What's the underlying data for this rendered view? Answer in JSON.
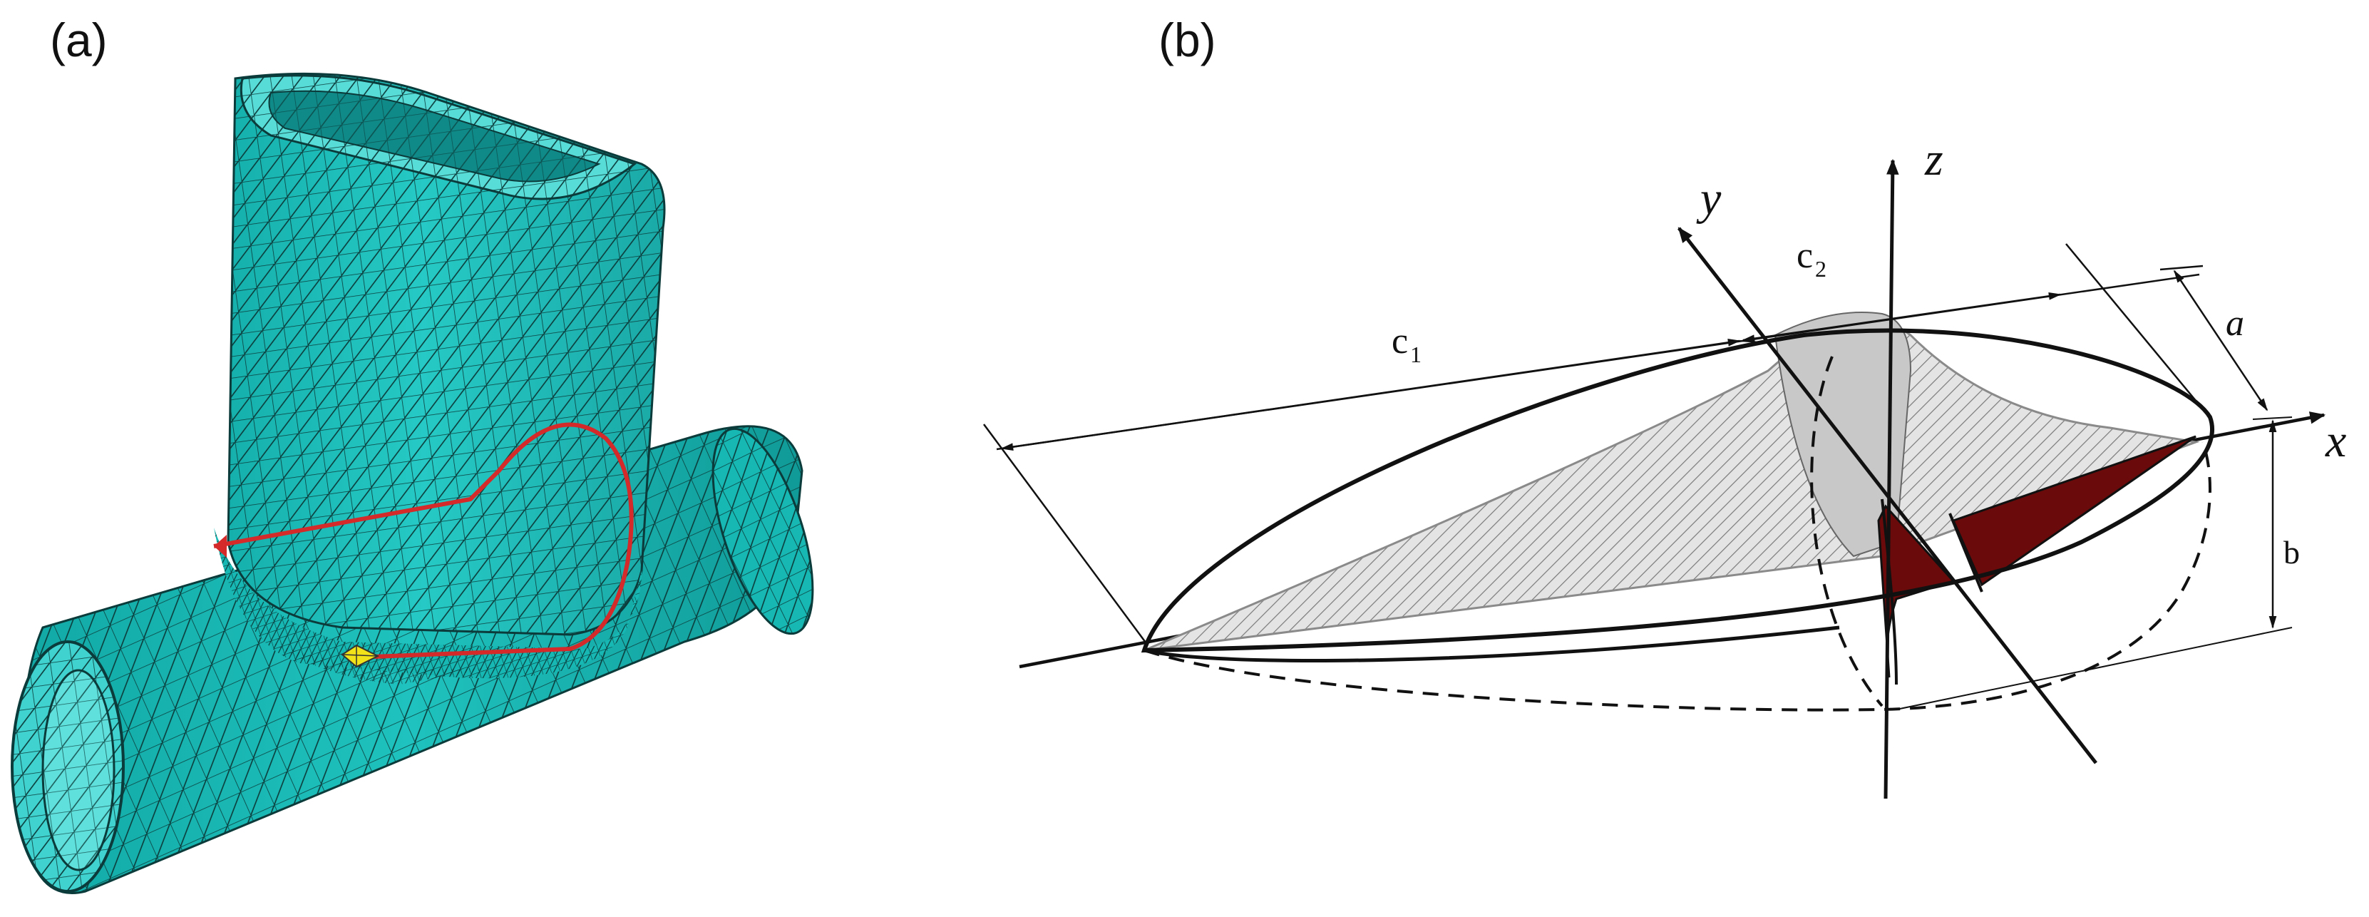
{
  "figure": {
    "panel_a": {
      "label": "(a)"
    },
    "panel_b": {
      "label": "(b)",
      "axes": {
        "x": "x",
        "y": "y",
        "z": "z"
      },
      "dimensions": {
        "c1": "c",
        "c1_sub": "1",
        "c2": "c",
        "c2_sub": "2",
        "a": "a",
        "b": "b"
      }
    },
    "colors": {
      "mesh_fill": "#17b8b4",
      "mesh_fill_light": "#3fd2cf",
      "mesh_fill_dark": "#0f8a88",
      "mesh_line": "#0b3b3a",
      "crack_front": "#d42a2a",
      "crack_marker": "#f2e21a",
      "ellipse_stroke": "#111111",
      "hatch_fill": "#cfcfcf",
      "dark_red": "#6b0a0a"
    }
  }
}
